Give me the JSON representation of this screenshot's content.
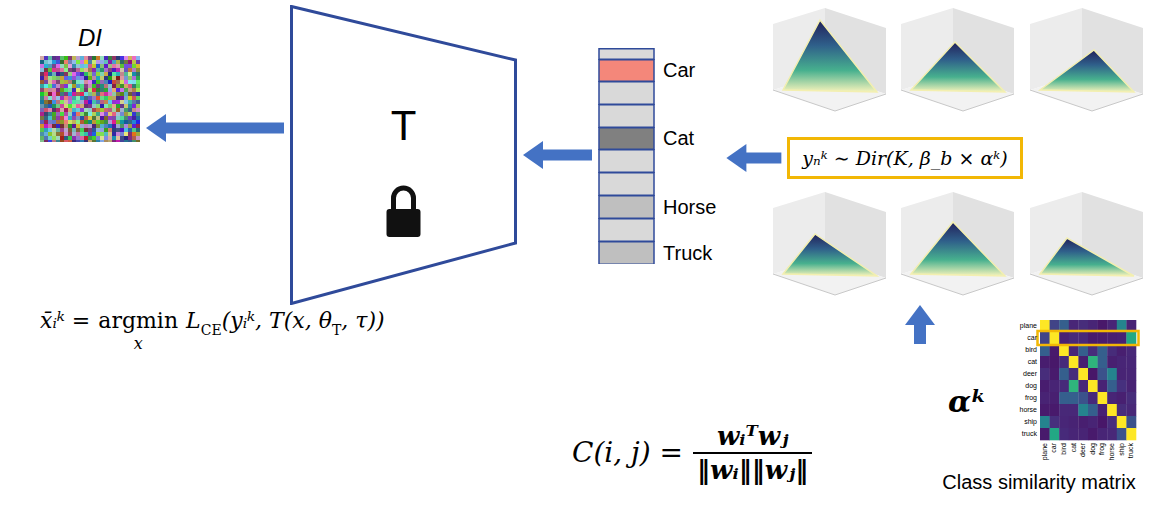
{
  "diagram": {
    "nodes": [
      {
        "text": [
          "DI"
        ]
      },
      {
        "text": [
          "T"
        ]
      },
      {
        "text": [
          "Car",
          "Cat",
          "Horse",
          "Truck"
        ]
      },
      {
        "text": [
          "yₙᵏ ∼ Dir(K, β_b × αᵏ)"
        ]
      },
      {
        "text": [
          "Class similarity matrix"
        ]
      }
    ],
    "edges": [
      {
        "from": 1,
        "to": 0,
        "arrow": "to"
      },
      {
        "from": 2,
        "to": 1,
        "arrow": "to"
      },
      {
        "from": 3,
        "to": 2,
        "arrow": "to"
      }
    ],
    "labels": [
      "x̄ᵢᵏ =",
      "argmin",
      "x",
      "L",
      "CE",
      "(yᵢᵏ, T(x, θ",
      "T",
      ", τ))",
      "C(i, j) =",
      "wᵢᵀwⱼ",
      "‖wᵢ‖‖wⱼ‖",
      "αᵏ",
      "plane",
      "car",
      "bird",
      "cat",
      "deer",
      "dog",
      "frog",
      "horse",
      "ship",
      "truck",
      "plane",
      "car",
      "bird",
      "cat",
      "deer",
      "dog",
      "frog",
      "horse",
      "ship",
      "truck"
    ]
  }
}
